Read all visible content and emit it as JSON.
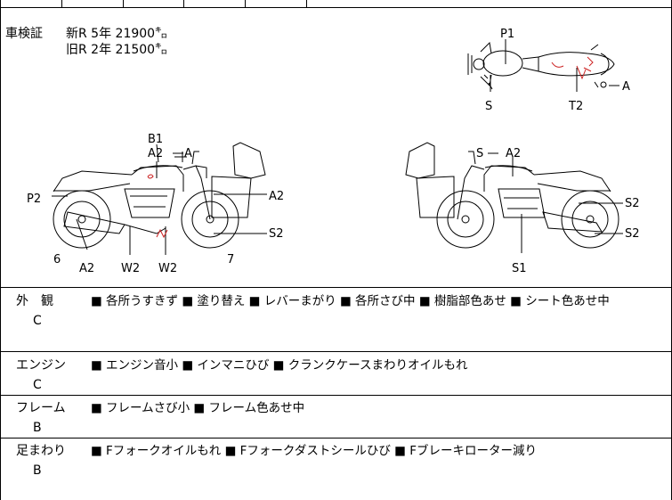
{
  "shaken": {
    "label": "車検証",
    "new_line": "新R  5年  21900㌔",
    "old_line": "旧R  2年  21500㌔"
  },
  "diagram_labels": {
    "top_P1": "P1",
    "top_S": "S",
    "top_T2": "T2",
    "top_A": "A",
    "left_B1": "B1",
    "left_A_top": "A",
    "left_A2_top": "A2",
    "left_P2": "P2",
    "left_A2_right": "A2",
    "left_S2": "S2",
    "left_6": "6",
    "left_7": "7",
    "left_A2_bottom": "A2",
    "left_W2_a": "W2",
    "left_W2_b": "W2",
    "right_S": "S",
    "right_A2": "A2",
    "right_S2_a": "S2",
    "right_S2_b": "S2",
    "right_S1": "S1"
  },
  "sections": [
    {
      "label": "外　観",
      "grade": "C",
      "items": "■ 各所うすきず ■ 塗り替え ■ レバーまがり ■ 各所さび中 ■ 樹脂部色あせ ■ シート色あせ中"
    },
    {
      "label": "エンジン",
      "grade": "C",
      "items": "■ エンジン音小 ■ インマニひび ■ クランクケースまわりオイルもれ"
    },
    {
      "label": "フレーム",
      "grade": "B",
      "items": "■ フレームさび小 ■ フレーム色あせ中"
    },
    {
      "label": "足まわり",
      "grade": "B",
      "items": "■ Fフォークオイルもれ ■ Fフォークダストシールひび ■ Fブレーキローター減り"
    }
  ],
  "colors": {
    "line": "#000000",
    "handwriting": "#cc2222"
  }
}
